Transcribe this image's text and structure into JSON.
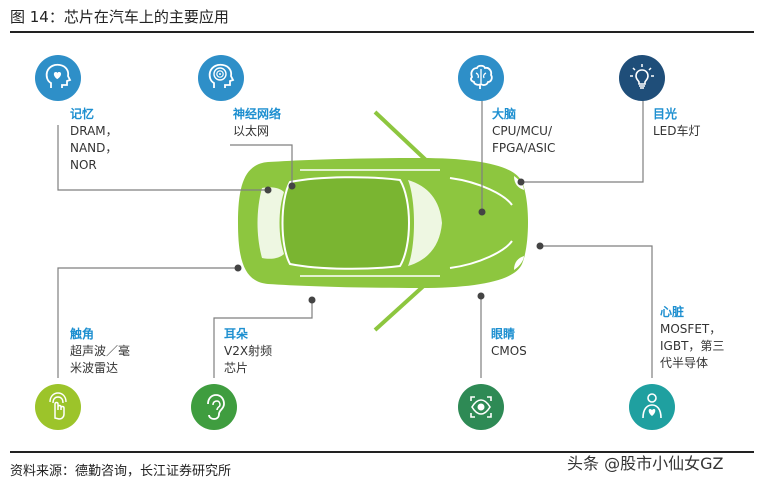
{
  "title": "图 14：芯片在汽车上的主要应用",
  "source": "资料来源：德勤咨询，长江证券研究所",
  "watermark": "头条 @股市小仙女GZ",
  "colors": {
    "car": "#8dc63f",
    "car_dark": "#6aa82a",
    "line": "#7f7f7f",
    "label": "#1d8fd0",
    "icon_blue": "#2e8fc8",
    "icon_navy": "#1f4e79",
    "icon_lime": "#9cc42a",
    "icon_green": "#3f9d3f",
    "icon_darkgreen": "#2e8a55",
    "icon_teal": "#1fa0a0"
  },
  "items": [
    {
      "name": "记忆",
      "lines": [
        "DRAM，",
        "NAND，",
        "NOR"
      ],
      "icon": "heart-head-icon"
    },
    {
      "name": "神经网络",
      "lines": [
        "以太网"
      ],
      "icon": "brain-spiral-icon"
    },
    {
      "name": "大脑",
      "lines": [
        "CPU/MCU/",
        "FPGA/ASIC"
      ],
      "icon": "brain-icon"
    },
    {
      "name": "目光",
      "lines": [
        "LED车灯"
      ],
      "icon": "light-bulb-icon"
    },
    {
      "name": "触角",
      "lines": [
        "超声波／毫",
        "米波雷达"
      ],
      "icon": "touch-hand-icon"
    },
    {
      "name": "耳朵",
      "lines": [
        "V2X射频",
        "芯片"
      ],
      "icon": "ear-icon"
    },
    {
      "name": "眼睛",
      "lines": [
        "CMOS"
      ],
      "icon": "eye-icon"
    },
    {
      "name": "心脏",
      "lines": [
        "MOSFET，",
        "IGBT，第三",
        "代半导体"
      ],
      "icon": "heart-person-icon"
    }
  ]
}
